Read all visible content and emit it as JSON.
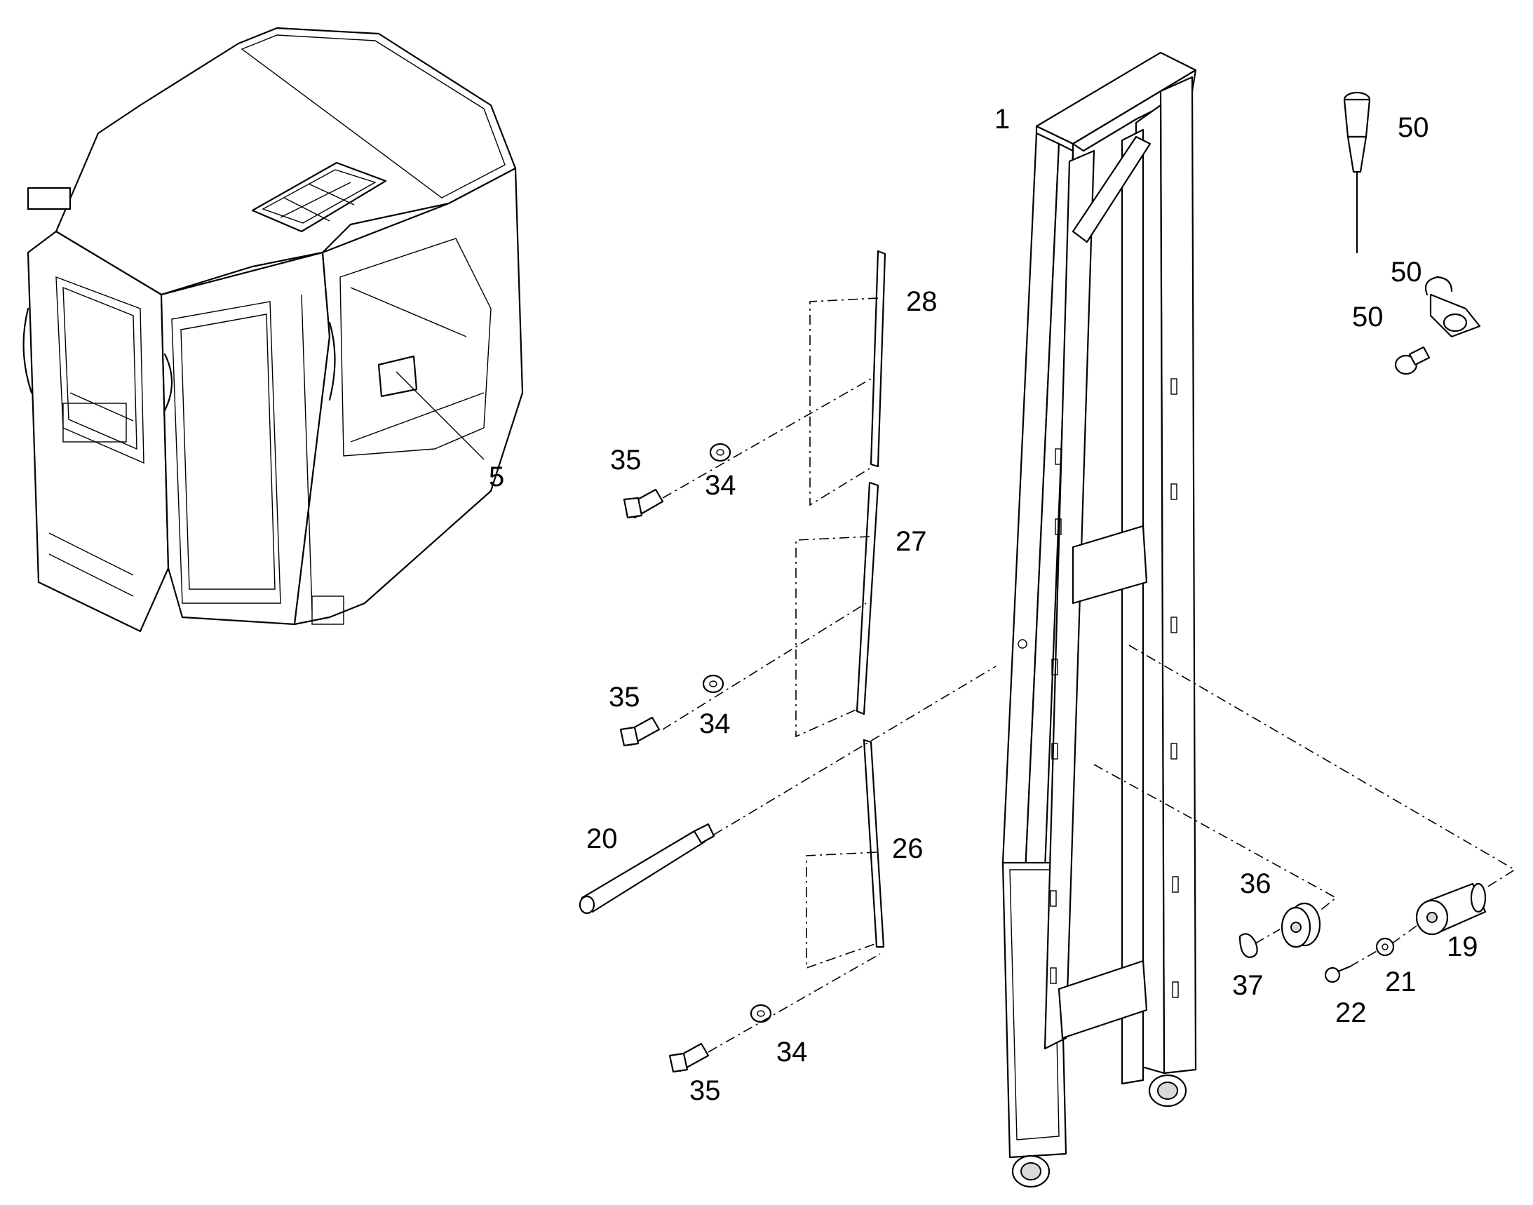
{
  "callouts": {
    "c1": "1",
    "c5": "5",
    "c19": "19",
    "c20": "20",
    "c21": "21",
    "c22": "22",
    "c26": "26",
    "c27": "27",
    "c28": "28",
    "c34a": "34",
    "c34b": "34",
    "c34c": "34",
    "c35a": "35",
    "c35b": "35",
    "c35c": "35",
    "c36": "36",
    "c37": "37",
    "c50a": "50",
    "c50b": "50",
    "c50c": "50"
  }
}
